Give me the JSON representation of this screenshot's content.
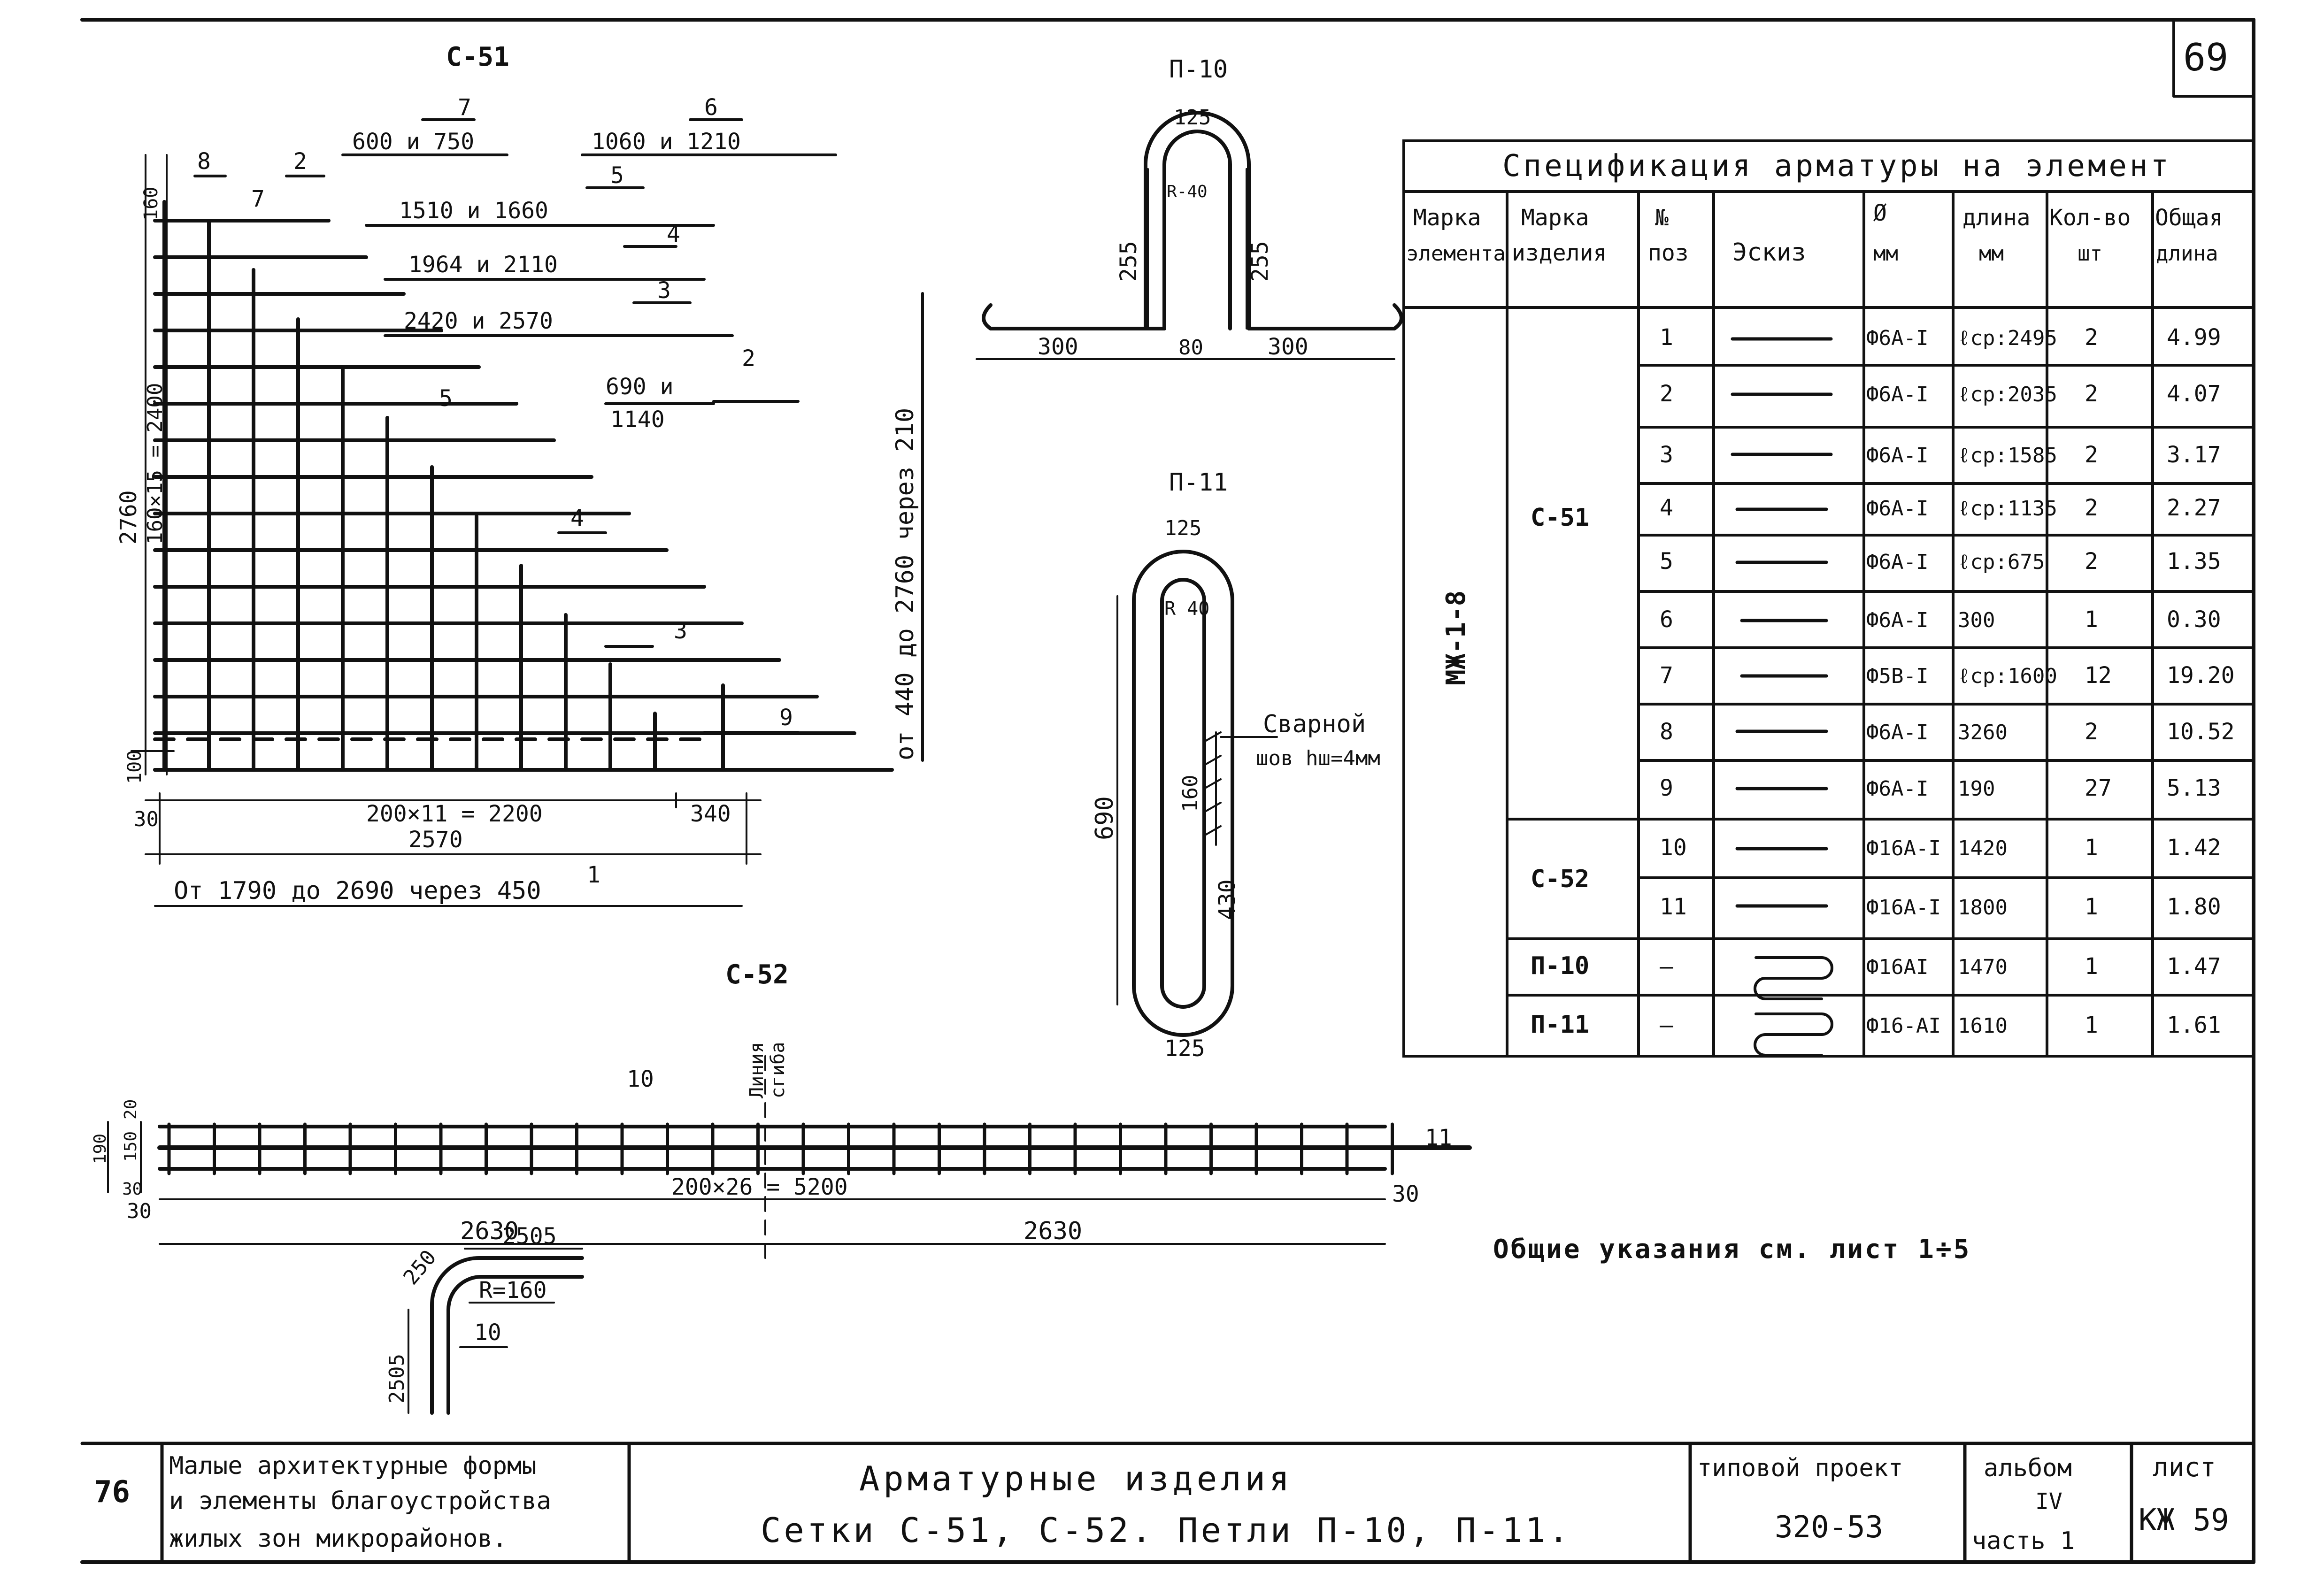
{
  "sheet": {
    "page_number": "69",
    "left_page_number": "76"
  },
  "specification": {
    "title": "Спецификация арматуры на элемент",
    "headers": {
      "element_mark": [
        "Марка",
        "элемента"
      ],
      "product_mark": [
        "Марка",
        "изделия"
      ],
      "position": [
        "№",
        "поз"
      ],
      "sketch": "Эскиз",
      "diameter": [
        "Ø",
        "мм"
      ],
      "length": [
        "длина",
        "мм"
      ],
      "quantity": [
        "Кол-во",
        "шт"
      ],
      "total_length": [
        "Общая",
        "длина"
      ]
    },
    "element": "МЖ-1-8",
    "rows": [
      {
        "product": "С-51",
        "pos": "1",
        "diam": "Ф6А-I",
        "length": "ℓср:2495",
        "qty": "2",
        "total": "4.99"
      },
      {
        "product": "",
        "pos": "2",
        "diam": "Ф6А-I",
        "length": "ℓср:2035",
        "qty": "2",
        "total": "4.07"
      },
      {
        "product": "",
        "pos": "3",
        "diam": "Ф6А-I",
        "length": "ℓср:1585",
        "qty": "2",
        "total": "3.17"
      },
      {
        "product": "",
        "pos": "4",
        "diam": "Ф6А-I",
        "length": "ℓср:1135",
        "qty": "2",
        "total": "2.27"
      },
      {
        "product": "",
        "pos": "5",
        "diam": "Ф6А-I",
        "length": "ℓср:675",
        "qty": "2",
        "total": "1.35"
      },
      {
        "product": "",
        "pos": "6",
        "diam": "Ф6А-I",
        "length": "300",
        "qty": "1",
        "total": "0.30"
      },
      {
        "product": "",
        "pos": "7",
        "diam": "Ф5В-I",
        "length": "ℓср:1600",
        "qty": "12",
        "total": "19.20"
      },
      {
        "product": "",
        "pos": "8",
        "diam": "Ф6А-I",
        "length": "3260",
        "qty": "2",
        "total": "10.52"
      },
      {
        "product": "",
        "pos": "9",
        "diam": "Ф6А-I",
        "length": "190",
        "qty": "27",
        "total": "5.13"
      },
      {
        "product": "С-52",
        "pos": "10",
        "diam": "Ф16А-I",
        "length": "1420",
        "qty": "1",
        "total": "1.42"
      },
      {
        "product": "",
        "pos": "11",
        "diam": "Ф16А-I",
        "length": "1800",
        "qty": "1",
        "total": "1.80"
      },
      {
        "product": "П-10",
        "pos": "–",
        "diam": "Ф16АI",
        "length": "1470",
        "qty": "1",
        "total": "1.47"
      },
      {
        "product": "П-11",
        "pos": "–",
        "diam": "Ф16-АI",
        "length": "1610",
        "qty": "1",
        "total": "1.61"
      }
    ]
  },
  "c51": {
    "title": "С-51",
    "leaders": {
      "bar7_top": "600 и 750",
      "bar7_top_num": "7",
      "bar6": "1060 и 1210",
      "bar6_num": "6",
      "bar5": "1510 и 1660",
      "bar5_num": "5",
      "bar4": "1964 и 2110",
      "bar4_num": "4",
      "bar3": "2420 и 2570",
      "bar3_num": "3",
      "bar2_a": "690 и",
      "bar2_b": "1140",
      "bar2_num": "2",
      "bar1": "От 1790 до 2690 через 450",
      "bar1_num": "1"
    },
    "marks": {
      "m8": "8",
      "m7": "7",
      "m2": "2",
      "m5": "5",
      "m4": "4",
      "m3": "3",
      "m9": "9"
    },
    "dims": {
      "top_gap": "160",
      "height_total": "2760",
      "height_pitch": "160×15 = 2400",
      "bottom_gap": "100",
      "left_offset": "30",
      "width_pitch": "200×11 = 2200",
      "right_part": "340",
      "width_total": "2570"
    },
    "vertical_note": "от 440 до 2760 через 210"
  },
  "p10": {
    "title": "П-10",
    "top_dim": "125",
    "radius": "R-40",
    "leg_left": "255",
    "leg_right": "255",
    "base_left": "300",
    "base_mid": "80",
    "base_right": "300"
  },
  "p11": {
    "title": "П-11",
    "top_dim": "125",
    "radius": "R 40",
    "weld_a": "Сварной",
    "weld_b": "шов hш=4мм",
    "dim_weld": "160",
    "dim_height": "690",
    "dim_lower": "430",
    "bottom_dim": "125"
  },
  "c52": {
    "title": "С-52",
    "bend_line": [
      "Линия",
      "сгиба"
    ],
    "mark10": "10",
    "mark11": "11",
    "dims": {
      "h_total": "190",
      "h_top": "20",
      "h_mid": "150",
      "h_bottom": "30",
      "left_offset": "30",
      "pitch": "200×26 = 5200",
      "right_offset": "30",
      "half_left": "2630",
      "half_right": "2630"
    },
    "bend_detail": {
      "top": "2505",
      "angle": "250",
      "radius": "R=160",
      "mark": "10",
      "side": "2505"
    }
  },
  "general_note": "Общие указания см. лист 1÷5",
  "title_block": {
    "project_name": [
      "Малые архитектурные формы",
      "и элементы благоустройства",
      "жилых зон микрорайонов."
    ],
    "drawing_title": "Арматурные изделия",
    "drawing_subtitle": "Сетки С-51, С-52. Петли П-10, П-11.",
    "typical_project_label": "типовой проект",
    "typical_project": "320-53",
    "album_label": "альбом",
    "album": "IV",
    "part": "часть 1",
    "sheet_label": "лист",
    "sheet": "КЖ 59"
  }
}
